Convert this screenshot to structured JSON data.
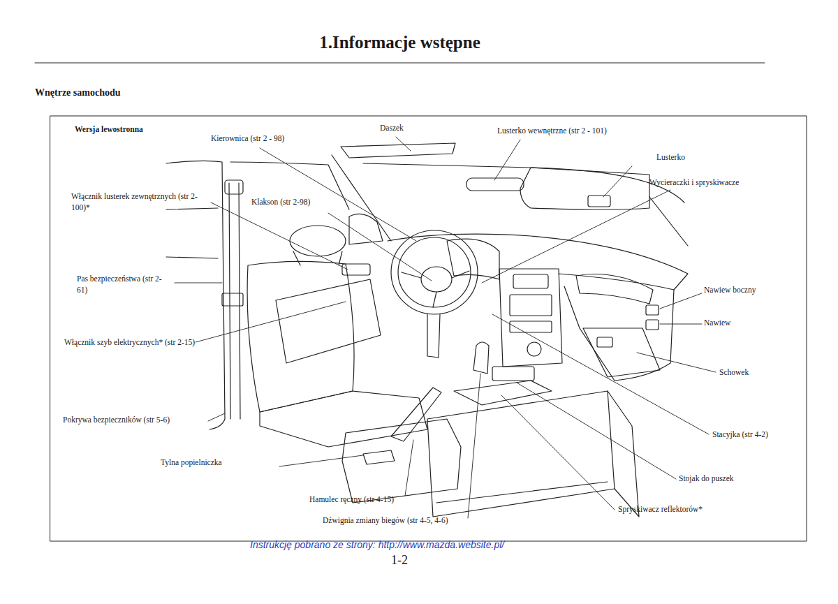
{
  "diagram": {
    "title": "1.Informacje wstępne",
    "labels": [
      "Wnętrze samochodu",
      "Wersja lewostronna",
      "Kierownica (str 2 - 98)",
      "Daszek",
      "Lusterko wewnętrzne (str 2 - 101)",
      "Lusterko",
      "Wycieraczki i spryskiwacze",
      "Włącznik lusterek zewnętrznych (str 2-100)*",
      "Klakson (str 2-98)",
      "Pas bezpieczeństwa (str 2-61)",
      "Nawiew boczny",
      "Nawiew",
      "Włącznik szyb elektrycznych* (str 2-15)",
      "Schowek",
      "Pokrywa bezpieczników (str 5-6)",
      "Stacyjka (str 4-2)",
      "Tylna popielniczka",
      "Stojak do puszek",
      "Hamulec ręczny (str 4-15)",
      "Spryskiwacz reflektorów*",
      "Dźwignia zmiany biegów (str 4-5, 4-6)",
      "Instrukcję pobrano ze strony: http://www.mazda.website.pl/",
      "1-2"
    ]
  }
}
